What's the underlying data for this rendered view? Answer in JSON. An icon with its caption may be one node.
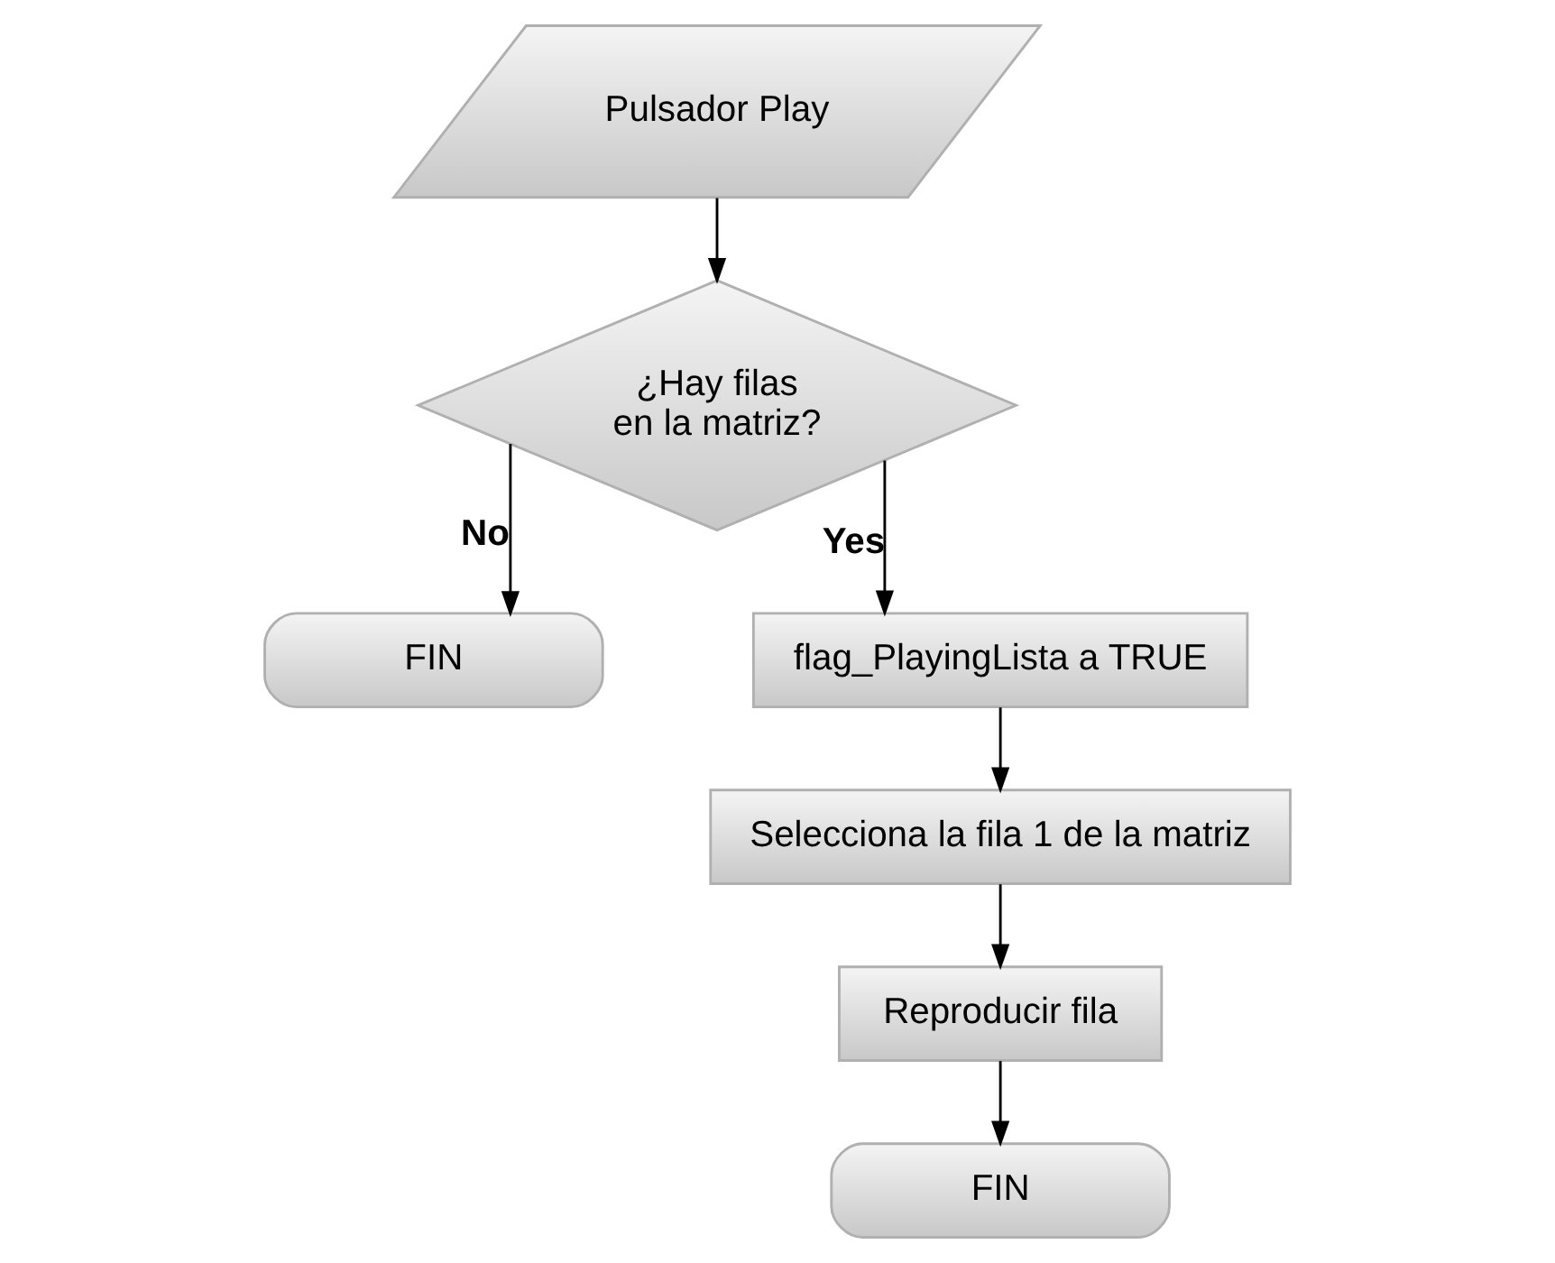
{
  "diagram": {
    "nodes": [
      {
        "text": [
          "Pulsador Play"
        ]
      },
      {
        "text": [
          "¿Hay filas en la matriz?"
        ]
      },
      {
        "text": [
          "FIN"
        ]
      },
      {
        "text": [
          "flag_PlayingLista a TRUE"
        ]
      },
      {
        "text": [
          "Selecciona la fila 1 de la matriz"
        ]
      },
      {
        "text": [
          "Reproducir fila"
        ]
      },
      {
        "text": [
          "FIN"
        ]
      }
    ],
    "edges": [
      {
        "from": 0,
        "to": 1,
        "arrow": "to"
      },
      {
        "from": 1,
        "to": 2,
        "arrow": "to",
        "label": "No"
      },
      {
        "from": 1,
        "to": 3,
        "arrow": "to",
        "label": "Yes"
      },
      {
        "from": 3,
        "to": 4,
        "arrow": "to"
      },
      {
        "from": 4,
        "to": 5,
        "arrow": "to"
      },
      {
        "from": 5,
        "to": 6,
        "arrow": "to"
      }
    ]
  }
}
